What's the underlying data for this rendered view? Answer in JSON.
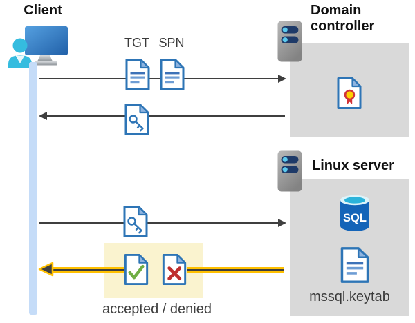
{
  "client": {
    "label": "Client",
    "icon": "person-at-monitor"
  },
  "domain_controller": {
    "title": "Domain controller",
    "icon": "server",
    "contains": [
      "certificate-document"
    ]
  },
  "linux_server": {
    "title": "Linux server",
    "icon": "server",
    "sql_label": "SQL",
    "keytab_label": "mssql.keytab",
    "contains": [
      "sql-database",
      "keytab-document"
    ]
  },
  "labels": {
    "tgt": "TGT",
    "spn": "SPN",
    "result": "accepted / denied"
  },
  "flows": [
    {
      "from": "client",
      "to": "domain-controller",
      "direction": "right",
      "items": [
        "TGT document",
        "SPN document"
      ]
    },
    {
      "from": "domain-controller",
      "to": "client",
      "direction": "left",
      "items": [
        "ticket key document"
      ]
    },
    {
      "from": "client",
      "to": "linux-server",
      "direction": "right",
      "items": [
        "ticket key document"
      ]
    },
    {
      "from": "linux-server",
      "to": "client",
      "direction": "left",
      "highlighted": true,
      "items": [
        "accepted document",
        "denied document"
      ],
      "label": "accepted / denied"
    }
  ],
  "icons": {
    "client": "person-at-monitor",
    "server": "server-rack",
    "document": "text-document",
    "key_document": "key-document",
    "certificate_document": "certificate-document",
    "sql_database": "sql-database-cylinder",
    "accepted_document": "checkmark-document",
    "denied_document": "x-mark-document"
  },
  "colors": {
    "doc-blue": "#2E75B6",
    "doc-fold": "#8FB4E0",
    "doc-line": "#6E9DD4",
    "doc-line-dark": "#3D72B8",
    "check-green": "#6FAE44",
    "cross-red": "#BE2E2E",
    "seal-yellow": "#FFD100",
    "seal-red": "#D13438",
    "panel-gray": "#D9D9D9",
    "highlight-yellow": "#FAF3CF",
    "arrow-gray": "#3F3F3F",
    "gold": "#FFC000",
    "gold-core": "#3F3F3F",
    "lifeline-blue": "#C5DCF8",
    "person-cyan": "#35BCDF",
    "sql-body": "#1464B8",
    "sql-top": "#2CB3DA",
    "server-pill": "#1E3A68",
    "server-dot": "#5BC8EC",
    "text-dark": "#3A3A3A"
  }
}
